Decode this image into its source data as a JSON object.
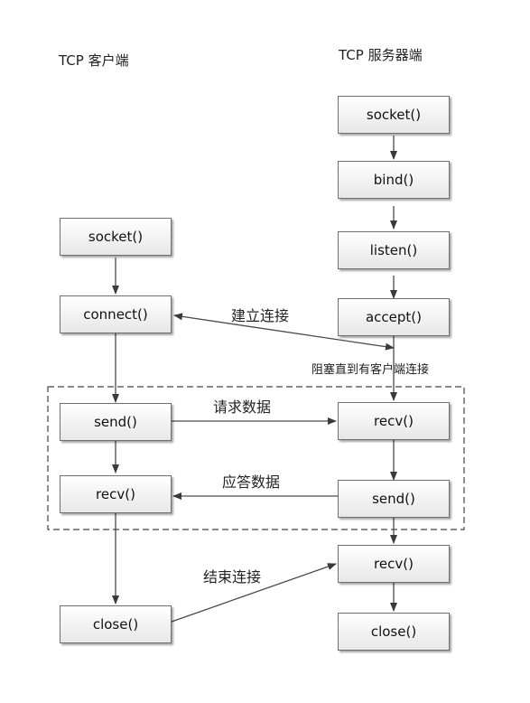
{
  "titles": {
    "client": "TCP 客户端",
    "server": "TCP 服务器端"
  },
  "client": {
    "socket": "socket()",
    "connect": "connect()",
    "send": "send()",
    "recv": "recv()",
    "close": "close()"
  },
  "server": {
    "socket": "socket()",
    "bind": "bind()",
    "listen": "listen()",
    "accept": "accept()",
    "recv": "recv()",
    "send": "send()",
    "recv2": "recv()",
    "close": "close()"
  },
  "labels": {
    "connect": "建立连接",
    "block": "阻塞直到有客户端连接",
    "request": "请求数据",
    "response": "应答数据",
    "close": "结束连接"
  }
}
